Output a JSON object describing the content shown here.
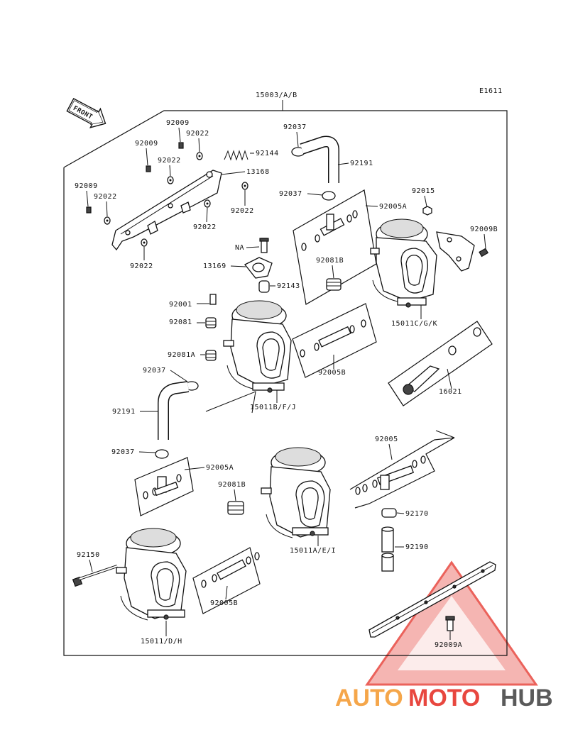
{
  "diagram_code": "E1611",
  "front_label": "FRONT",
  "callouts": {
    "assy": "15003/A/B",
    "c92009_a": "92009",
    "c92022_a": "92022",
    "c92009_b": "92009",
    "c92022_b": "92022",
    "c92144": "92144",
    "c13168": "13168",
    "c92009_c": "92009",
    "c92022_c": "92022",
    "c92022_d": "92022",
    "c92022_e": "92022",
    "c92022_f": "92022",
    "c92037_a": "92037",
    "c92191_a": "92191",
    "c92037_b": "92037",
    "c92005A_a": "92005A",
    "c92015": "92015",
    "c92009B": "92009B",
    "cNA": "NA",
    "c13169": "13169",
    "c92081B_a": "92081B",
    "c92143": "92143",
    "c92001": "92001",
    "c92081": "92081",
    "c15011CGK": "15011C/G/K",
    "c92081A": "92081A",
    "c92037_c": "92037",
    "c92005B_a": "92005B",
    "c16021": "16021",
    "c15011BFJ": "15011B/F/J",
    "c92191_b": "92191",
    "c92005": "92005",
    "c92037_d": "92037",
    "c92005A_b": "92005A",
    "c92081B_b": "92081B",
    "c92170": "92170",
    "c92190": "92190",
    "c92150": "92150",
    "c15011AEI": "15011A/E/I",
    "c92005B_b": "92005B",
    "c15011DH": "15011/D/H",
    "c92009A": "92009A"
  },
  "watermark": {
    "brand_part1": "AUTO",
    "brand_part2": "MOTO",
    "brand_part3": "HUB",
    "color_orange": "#f5a64a",
    "color_red": "#e8473f",
    "color_gray": "#5a5a5a"
  }
}
